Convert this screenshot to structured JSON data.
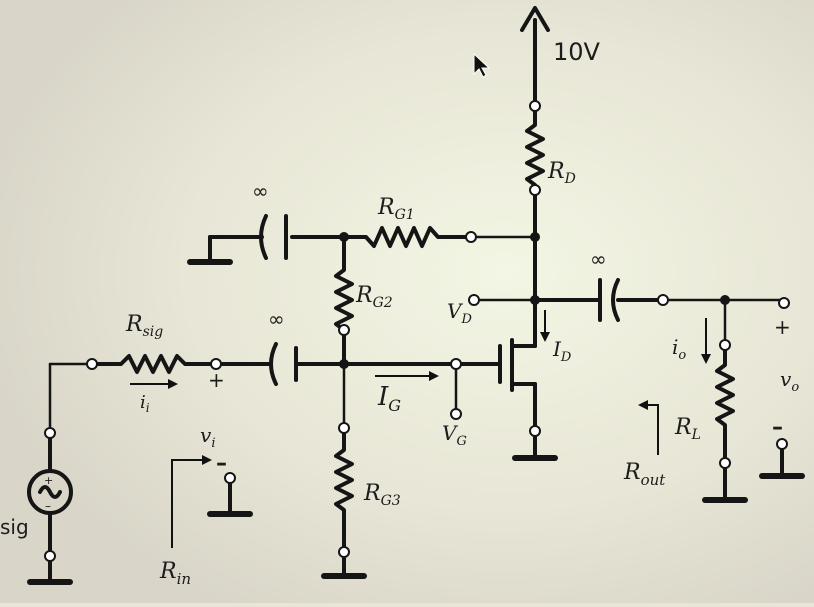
{
  "supply": {
    "label": "10V"
  },
  "resistors": {
    "rd": {
      "name": "R",
      "sub": "D"
    },
    "rg1": {
      "name": "R",
      "sub": "G1"
    },
    "rg2": {
      "name": "R",
      "sub": "G2"
    },
    "rg3": {
      "name": "R",
      "sub": "G3"
    },
    "rsig": {
      "name": "R",
      "sub": "sig"
    },
    "rl": {
      "name": "R",
      "sub": "L"
    }
  },
  "capacitors": {
    "label": "∞"
  },
  "source": {
    "label": "sig"
  },
  "signals": {
    "vd": {
      "name": "V",
      "sub": "D"
    },
    "vg": {
      "name": "V",
      "sub": "G"
    },
    "id": {
      "name": "I",
      "sub": "D"
    },
    "ig": {
      "name": "I",
      "sub": "G"
    },
    "ii": {
      "name": "i",
      "sub": "i"
    },
    "vi": {
      "name": "v",
      "sub": "i"
    },
    "io": {
      "name": "i",
      "sub": "o"
    },
    "vo": {
      "name": "v",
      "sub": "o"
    },
    "rin": {
      "name": "R",
      "sub": "in"
    },
    "rout": {
      "name": "R",
      "sub": "out"
    }
  },
  "polarity": {
    "plus": "+",
    "minus": "–"
  }
}
